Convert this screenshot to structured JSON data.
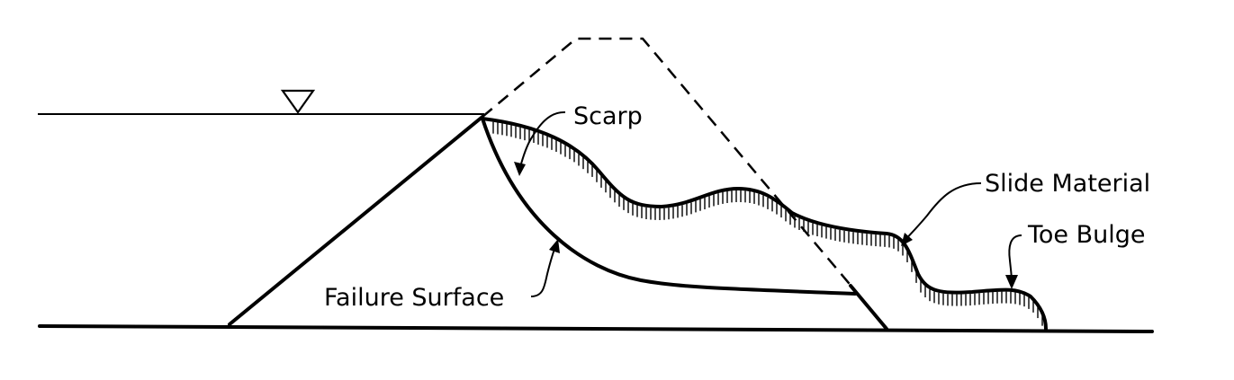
{
  "labels": {
    "scarp": "Scarp",
    "slide_material": "Slide Material",
    "toe_bulge": "Toe Bulge",
    "failure_surface": "Failure Surface"
  },
  "symbols": {
    "water_level": "water-level-triangle-icon"
  },
  "colors": {
    "ink": "#000000",
    "background": "#ffffff"
  }
}
